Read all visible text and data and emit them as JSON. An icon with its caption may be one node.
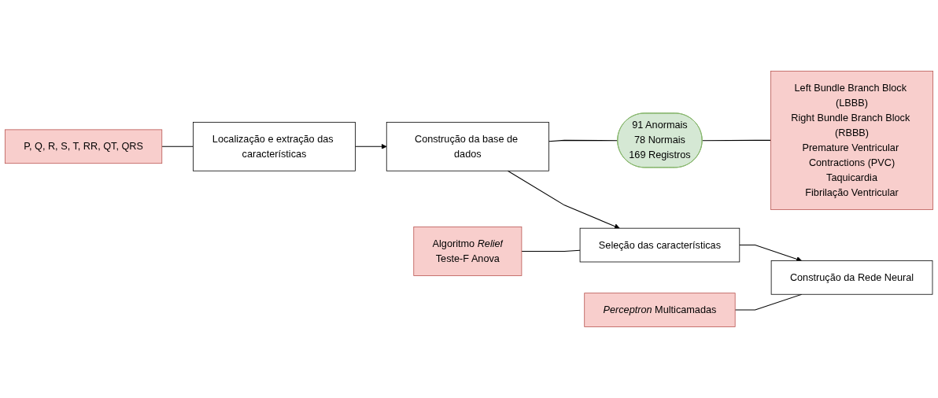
{
  "diagram": {
    "nodes": [
      {
        "text": [
          "P, Q, R, S, T, RR, QT, QRS"
        ]
      },
      {
        "text": [
          "Localização e extração das características"
        ]
      },
      {
        "text": [
          "Construção da base de dados"
        ]
      },
      {
        "text": [
          "91 Anormais",
          "78 Normais",
          "169 Registros"
        ]
      },
      {
        "text": [
          "Left Bundle Branch Block (LBBB)",
          "Right Bundle Branch Block (RBBB)",
          "Premature Ventricular Contractions (PVC)",
          "Taquicardia",
          "Fibrilação Ventricular"
        ]
      },
      {
        "text": [
          "Algoritmo *Relief*",
          "Teste-F Anova"
        ]
      },
      {
        "text": [
          "Seleção das características"
        ]
      },
      {
        "text": [
          "*Perceptron* Multicamadas"
        ]
      },
      {
        "text": [
          "Construção da Rede Neural"
        ]
      }
    ],
    "edges": [
      {
        "from": 0,
        "to": 1,
        "arrow": "none"
      },
      {
        "from": 1,
        "to": 2,
        "arrow": "to"
      },
      {
        "from": 2,
        "to": 6,
        "arrow": "to"
      },
      {
        "from": 6,
        "to": 8,
        "arrow": "to"
      },
      {
        "from": 5,
        "to": 6,
        "arrow": "none"
      },
      {
        "from": 7,
        "to": 8,
        "arrow": "none"
      },
      {
        "from": 2,
        "to": 3,
        "arrow": "none"
      },
      {
        "from": 3,
        "to": 4,
        "arrow": "none"
      }
    ]
  }
}
